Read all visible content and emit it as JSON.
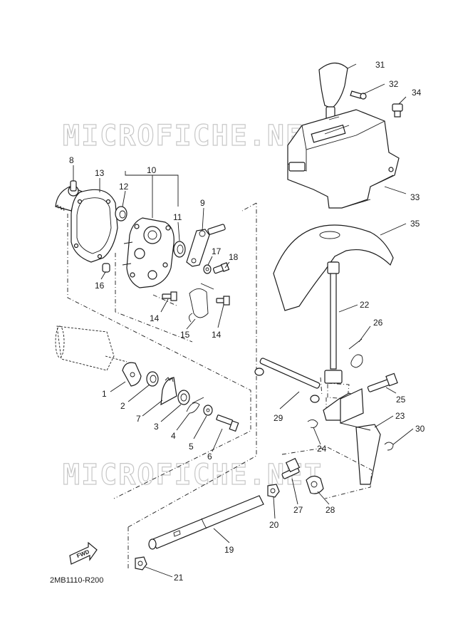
{
  "watermark": "MICROFICHE.NET",
  "diagram_code": "2MB1110-R200",
  "fwd_label": "FWD",
  "callouts": {
    "n1": "1",
    "n2": "2",
    "n3": "3",
    "n4": "4",
    "n5": "5",
    "n6": "6",
    "n7": "7",
    "n8": "8",
    "n9": "9",
    "n10": "10",
    "n11": "11",
    "n12": "12",
    "n13": "13",
    "n14a": "14",
    "n14b": "14",
    "n15": "15",
    "n16": "16",
    "n17": "17",
    "n18": "18",
    "n19": "19",
    "n20": "20",
    "n21": "21",
    "n22": "22",
    "n23": "23",
    "n24": "24",
    "n25": "25",
    "n26": "26",
    "n27": "27",
    "n28": "28",
    "n29": "29",
    "n30": "30",
    "n31": "31",
    "n32": "32",
    "n33": "33",
    "n34": "34",
    "n35": "35"
  }
}
